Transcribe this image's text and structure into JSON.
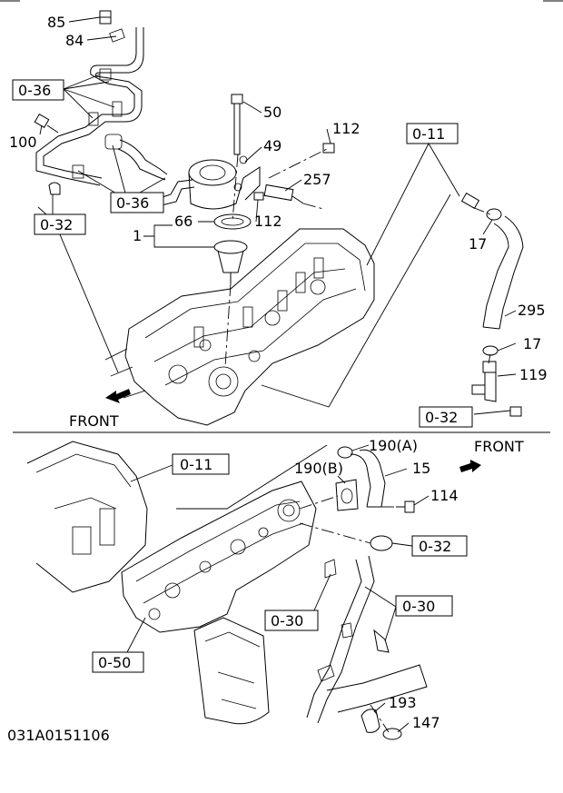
{
  "labels": {
    "p85": "85",
    "p84": "84",
    "p100": "100",
    "p50": "50",
    "p112a": "112",
    "p49": "49",
    "p257": "257",
    "p112b": "112",
    "p66": "66",
    "p1": "1",
    "p17a": "17",
    "p295": "295",
    "p17b": "17",
    "p119": "119",
    "p190a": "190(A)",
    "p190b": "190(B)",
    "p15": "15",
    "p114": "114",
    "p193": "193",
    "p147": "147"
  },
  "refs": {
    "r036a": "0-36",
    "r036b": "0-36",
    "r032a": "0-32",
    "r011a": "0-11",
    "r032b": "0-32",
    "r011b": "0-11",
    "r032c": "0-32",
    "r030a": "0-30",
    "r030b": "0-30",
    "r050": "0-50"
  },
  "front_top": "FRONT",
  "front_bottom": "FRONT",
  "diagram_code": "031A0151106"
}
